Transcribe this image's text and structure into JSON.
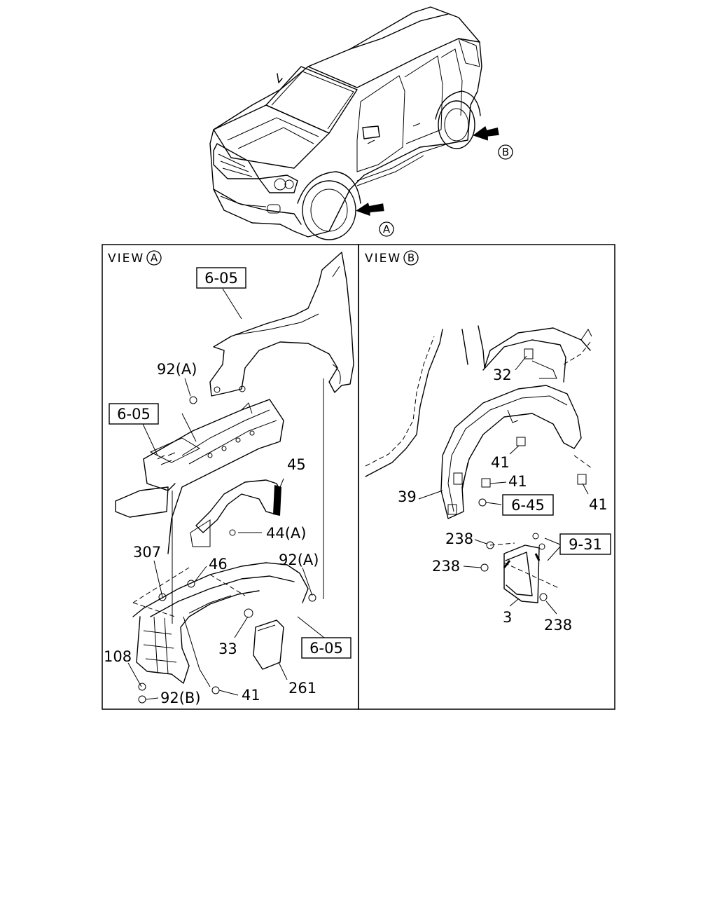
{
  "markers": {
    "a": "A",
    "b": "B"
  },
  "panels": {
    "view_a": {
      "view_word": "VIEW",
      "marker": "A"
    },
    "view_b": {
      "view_word": "VIEW",
      "marker": "B"
    }
  },
  "callouts": {
    "a_6_05_top": "6-05",
    "a_92a_top": "92(A)",
    "a_6_05_mid": "6-05",
    "a_45": "45",
    "a_44a": "44(A)",
    "a_307": "307",
    "a_46": "46",
    "a_92a_right": "92(A)",
    "a_33": "33",
    "a_6_05_low": "6-05",
    "a_108": "108",
    "a_92b": "92(B)",
    "a_41": "41",
    "a_261": "261",
    "b_32": "32",
    "b_41_a": "41",
    "b_41_b": "41",
    "b_41_c": "41",
    "b_39": "39",
    "b_6_45": "6-45",
    "b_238_a": "238",
    "b_238_b": "238",
    "b_9_31": "9-31",
    "b_3": "3",
    "b_238_c": "238"
  }
}
